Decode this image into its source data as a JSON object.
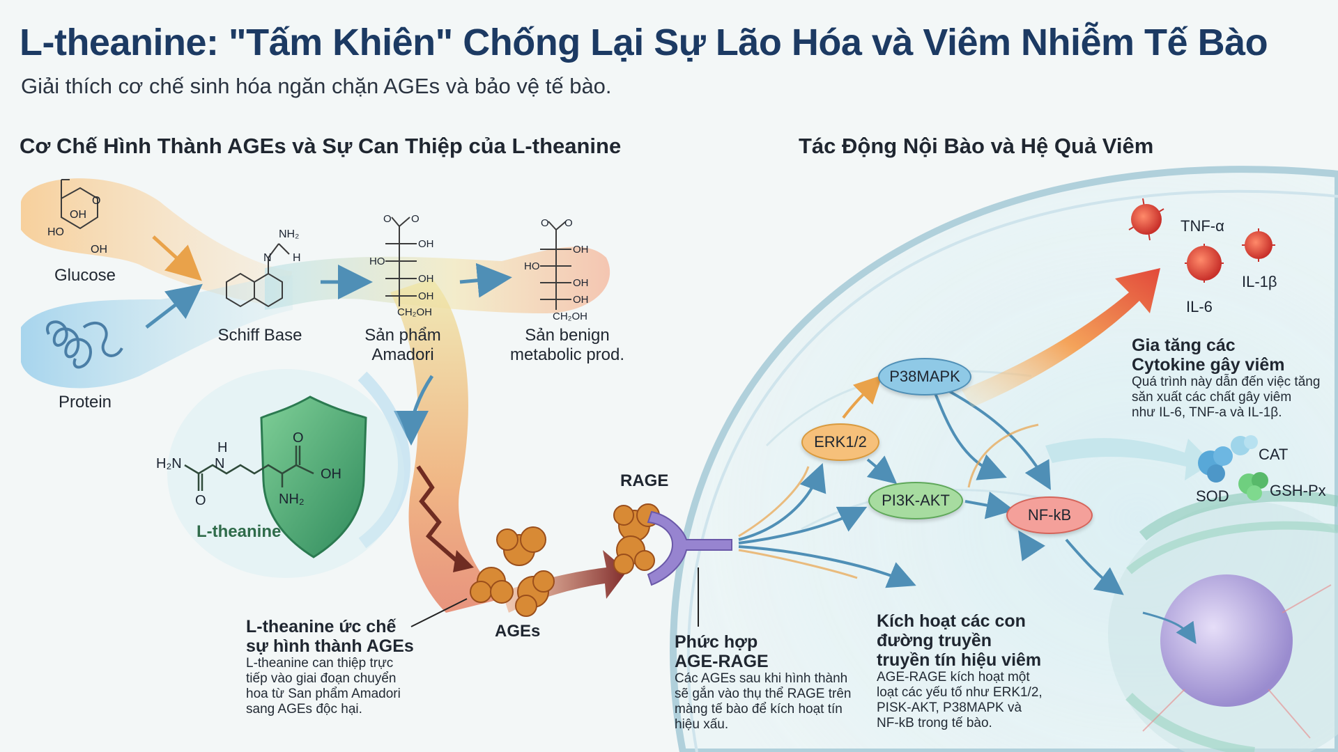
{
  "header": {
    "title": "L-theanine: \"Tấm Khiên\" Chống Lại Sự Lão Hóa và Viêm Nhiễm Tế Bào",
    "subtitle": "Giải thích cơ chế sinh hóa ngăn chặn AGEs và bảo vệ tế bào."
  },
  "sections": {
    "left_heading": "Cơ Chế Hình Thành AGEs và Sự Can Thiệp của L-theanine",
    "right_heading": "Tác Động Nội Bào và Hệ Quả Viêm"
  },
  "molecules": {
    "glucose": "Glucose",
    "protein": "Protein",
    "schiff_base": "Schiff Base",
    "amadori": [
      "Sản phẩm",
      "Amadori"
    ],
    "benign": [
      "Sản benign",
      "metabolic prod."
    ],
    "ltheanine": "L-theanine",
    "ages": "AGEs",
    "rage": "RAGE"
  },
  "atoms": {
    "oh": "OH",
    "ho": "HO",
    "o": "O",
    "nh2": "NH₂",
    "h2n": "H₂N",
    "h": "H",
    "n": "N",
    "ch2oh": "CH₂OH"
  },
  "pathway_nodes": {
    "erk": "ERK1/2",
    "p38": "P38MAPK",
    "pi3k": "PI3K-AKT",
    "nfkb": "NF-kB"
  },
  "cytokines": {
    "tnf": "TNF-α",
    "il6": "IL-6",
    "il1": "IL-1β"
  },
  "enzymes": {
    "cat": "CAT",
    "sod": "SOD",
    "gsh": "GSH-Px"
  },
  "annotations": {
    "inhibit": {
      "heading": [
        "L-theanine ức chế",
        "sự hình thành AGEs"
      ],
      "body": [
        "L-theanine can thiệp trực",
        "tiếp vào giai đoạn chuyển",
        "hoa từ San phẩm Amadori",
        "sang AGEs độc hại."
      ]
    },
    "complex": {
      "heading": [
        "Phức hợp",
        "AGE-RAGE"
      ],
      "body": [
        "Các AGEs sau khi hình thành",
        "sẽ gắn vào thụ thể RAGE trên",
        "màng tế bào để kích hoạt tín",
        "hiệu xấu."
      ]
    },
    "signal": {
      "heading": [
        "Kích hoạt các con",
        "đường truyền",
        "truyền tín hiệu viêm"
      ],
      "body": [
        "AGE-RAGE kích hoạt một",
        "loạt các yếu tố như ERK1/2,",
        "PISK-AKT, P38MAPK và",
        "NF-kB trong tế bào."
      ]
    },
    "cytokine": {
      "heading": [
        "Gia tăng các",
        "Cytokine gây viêm"
      ],
      "body": [
        "Quá trình này dẫn đến việc tăng",
        "săn xuất các chất gây viêm",
        "như IL-6, TNF-a và IL-1β."
      ]
    }
  },
  "colors": {
    "title": "#1c3a63",
    "glucose_band": "#f7c98f",
    "protein_band": "#9fd0ea",
    "benign_band": "#f5b9a0",
    "shield": "#3f9a6a",
    "ages": "#d9822b",
    "rage": "#8a73c4",
    "node_blue": "#8fc9e6",
    "node_green": "#a7dca0",
    "node_orange": "#f6c07a",
    "node_red": "#f4a09a",
    "cytokine": "#e0463a"
  }
}
